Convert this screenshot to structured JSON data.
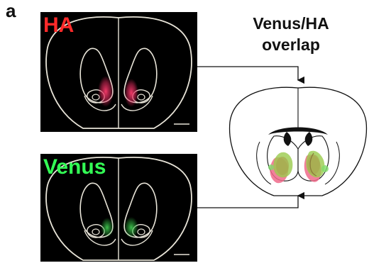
{
  "figure": {
    "panel_letter": "a",
    "title_line1": "Venus/HA",
    "title_line2": "overlap"
  },
  "panels": {
    "top": {
      "label": "HA",
      "label_color": "#ff2a2a",
      "signal_color": "#e8356a"
    },
    "bottom": {
      "label": "Venus",
      "label_color": "#33ff55",
      "signal_color": "#3cd24a"
    }
  },
  "overlay": {
    "ha_color": "#f06a8a",
    "venus_color": "#9acb4c",
    "overlap_color": "#a8a850"
  },
  "colors": {
    "outline_light": "#e8e4d8",
    "outline_dark": "#111111",
    "arrow": "#111111"
  }
}
